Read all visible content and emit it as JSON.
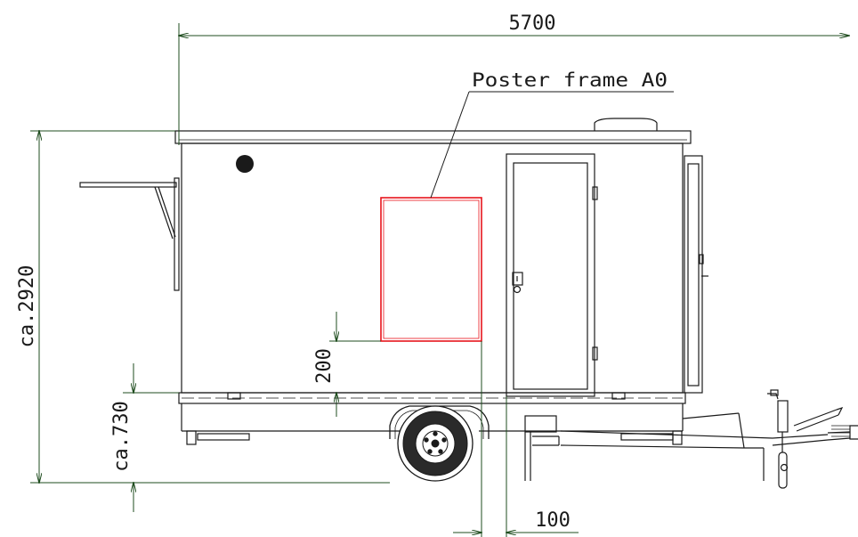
{
  "labels": {
    "overall_length": "5700",
    "poster_frame": "Poster frame A0",
    "height_total": "ca.2920",
    "floor_height": "ca.730",
    "frame_offset_vertical": "200",
    "frame_offset_horizontal": "100"
  },
  "colors": {
    "line": "#1a1a1a",
    "dimension": "#1f4d1f",
    "poster_frame": "#e8141c",
    "wheel_fill": "#2a2a2a",
    "background": "#ffffff"
  },
  "icons": {
    "vent_dot": "filled-circle-icon",
    "door_lock": "lock-icon",
    "wheel": "wheel-icon"
  }
}
